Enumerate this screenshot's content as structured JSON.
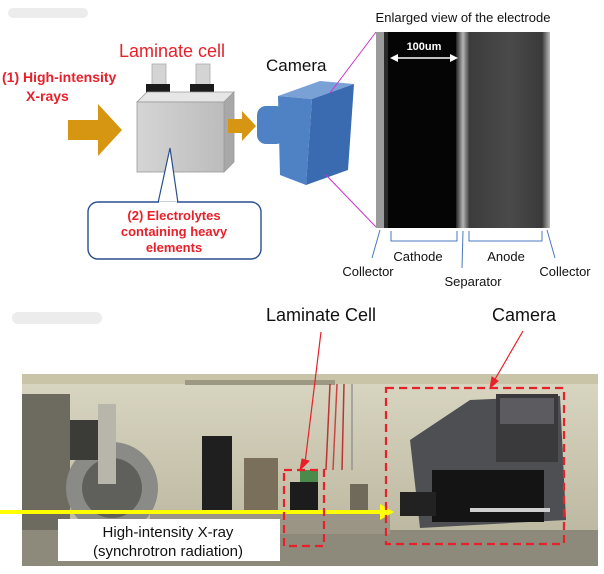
{
  "top_panel": {
    "xray_label_line1": "(1) High-intensity",
    "xray_label_line2": "X-rays",
    "cell_title": "Laminate cell",
    "camera_label": "Camera",
    "electrolyte_line1": "(2) Electrolytes",
    "electrolyte_line2": "containing heavy",
    "electrolyte_line3": "elements"
  },
  "electrode_view": {
    "title": "Enlarged view of the electrode",
    "scale_label": "100um",
    "labels": {
      "collector_left": "Collector",
      "cathode": "Cathode",
      "separator": "Separator",
      "anode": "Anode",
      "collector_right": "Collector"
    }
  },
  "photo_panel": {
    "laminate_cell_label": "Laminate Cell",
    "camera_label": "Camera",
    "xray_caption_line1": "High-intensity X-ray",
    "xray_caption_line2": "(synchrotron radiation)"
  },
  "colors": {
    "red": "#e8202a",
    "orange_arrow": "#d69612",
    "camera_blue": "#4f82c4",
    "navy_box": "#2a4f8e",
    "yellow_beam": "#ffff00"
  }
}
